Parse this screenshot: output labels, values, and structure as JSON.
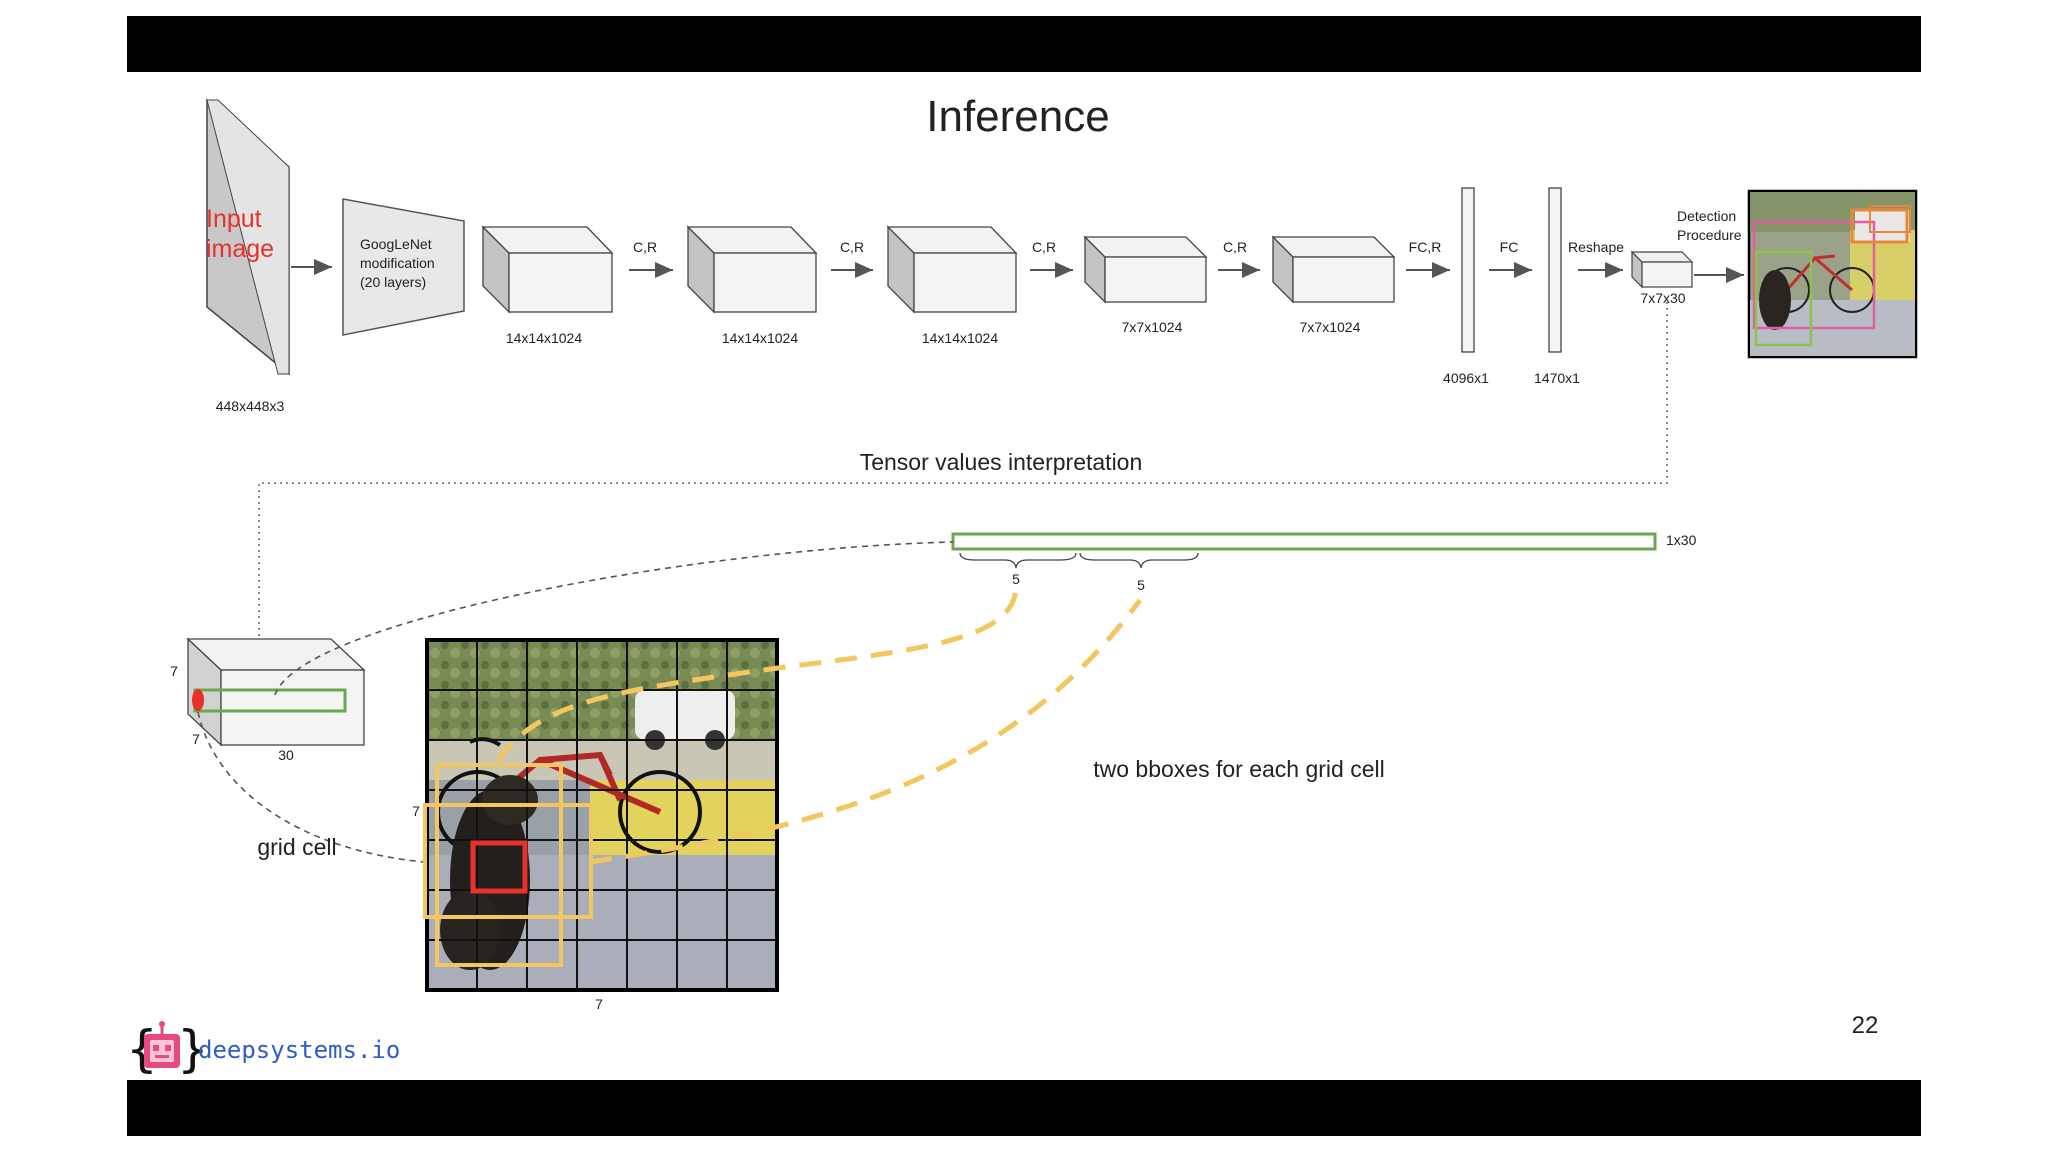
{
  "slide": {
    "title": "Inference",
    "page_number": "22",
    "brand": "deepsystems.io",
    "pipeline": {
      "input_label_line1": "Input",
      "input_label_line2": "image",
      "input_dim": "448x448x3",
      "googlenet_line1": "GoogLeNet",
      "googlenet_line2": "modification",
      "googlenet_line3": "(20 layers)",
      "blocks": [
        "14x14x1024",
        "14x14x1024",
        "14x14x1024",
        "7x7x1024",
        "7x7x1024"
      ],
      "ops": [
        "C,R",
        "C,R",
        "C,R",
        "C,R",
        "FC,R",
        "FC",
        "Reshape"
      ],
      "fc1_dim": "4096x1",
      "fc2_dim": "1470x1",
      "tensor_dim": "7x7x30",
      "detection_line1": "Detection",
      "detection_line2": "Procedure"
    },
    "interpretation": {
      "heading": "Tensor values interpretation",
      "vector_label": "1x30",
      "brace1_label": "5",
      "brace2_label": "5",
      "cube_height": "7",
      "cube_width": "7",
      "cube_depth": "30",
      "grid_cell_label": "grid cell",
      "bbox_caption": "two bboxes for each grid cell",
      "grid_left_label": "7",
      "grid_bottom_label": "7"
    }
  },
  "colors": {
    "accent_red": "#e8312a",
    "vector_green": "#6aa84f",
    "bbox_yellow": "#f3c75f",
    "brand_blue": "#2f5dc8",
    "logo_pink": "#e84a7f"
  }
}
